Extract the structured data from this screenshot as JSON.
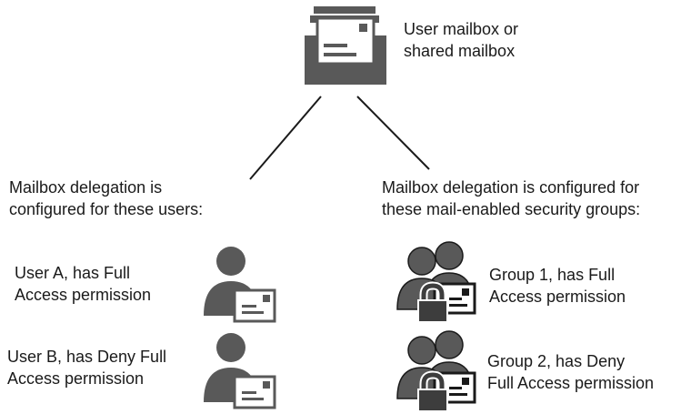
{
  "mailbox": {
    "icon": "mailbox-tray-icon",
    "label_lines": [
      "User mailbox or",
      "shared mailbox"
    ]
  },
  "users_column": {
    "heading_lines": [
      "Mailbox delegation is",
      "configured for these users:"
    ],
    "items": [
      {
        "icon": "user-with-envelope-icon",
        "lines": [
          "User A, has Full",
          "Access permission"
        ]
      },
      {
        "icon": "user-with-envelope-icon",
        "lines": [
          "User B, has Deny Full",
          "Access permission"
        ]
      }
    ]
  },
  "groups_column": {
    "heading_lines": [
      "Mailbox delegation is configured for",
      "these mail-enabled security groups:"
    ],
    "items": [
      {
        "icon": "security-group-lock-envelope-icon",
        "lines": [
          "Group 1, has Full",
          "Access permission"
        ]
      },
      {
        "icon": "security-group-lock-envelope-icon",
        "lines": [
          "Group 2, has Deny",
          "Full Access permission"
        ]
      }
    ]
  },
  "colors": {
    "icon_fill": "#595959",
    "icon_dark": "#3d3d3d",
    "line": "#1a1a1a",
    "text": "#1a1a1a"
  }
}
